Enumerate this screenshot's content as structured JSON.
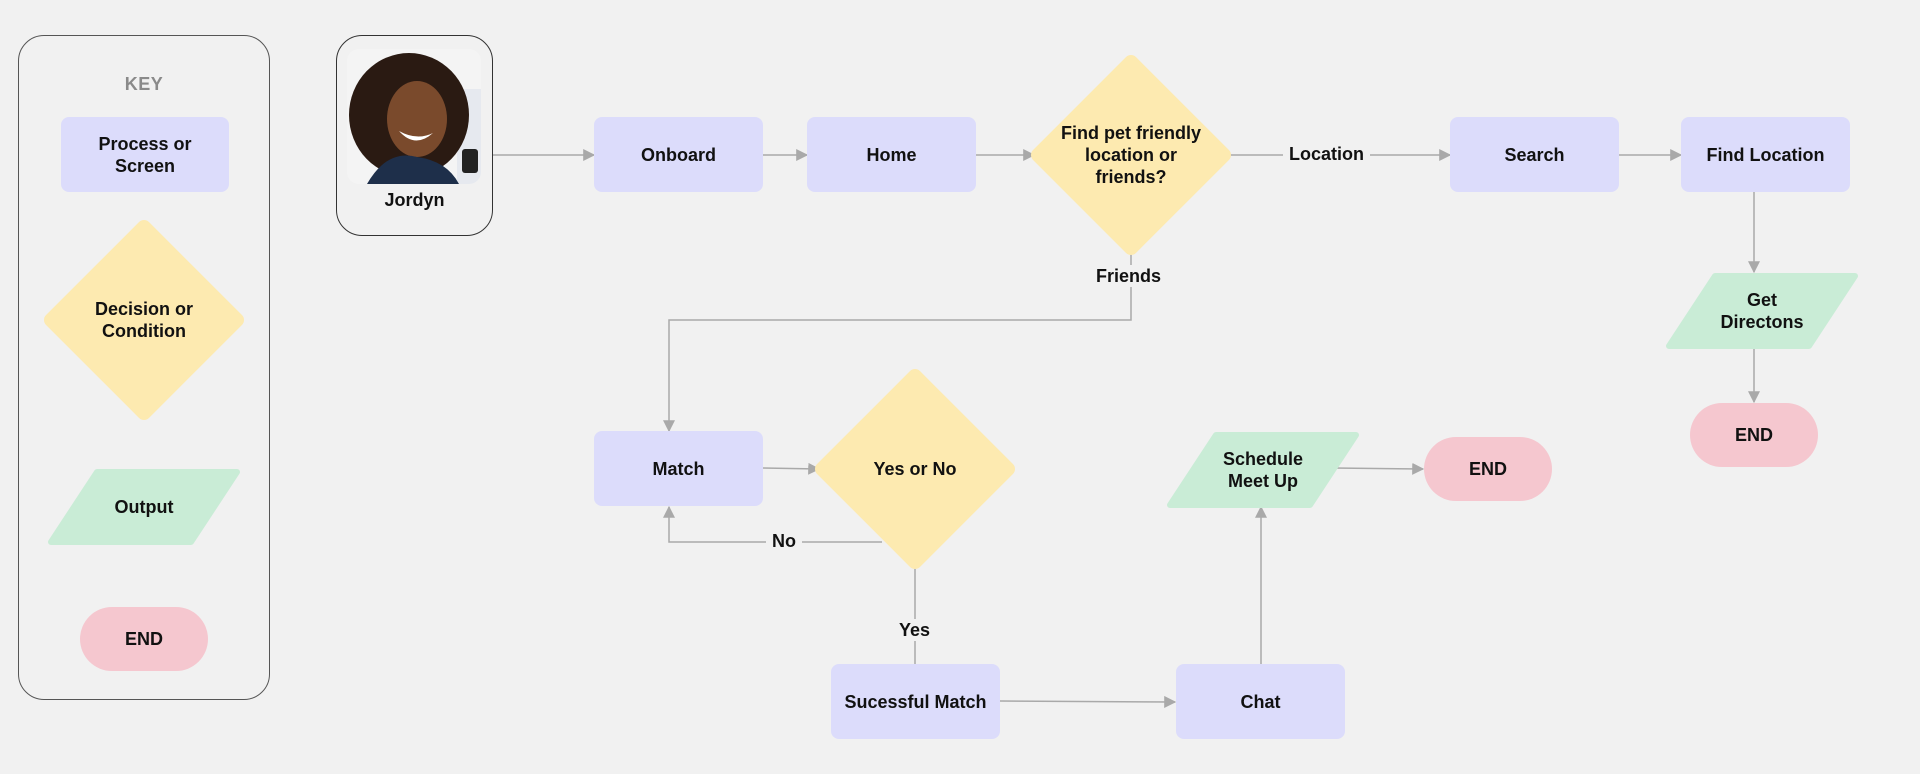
{
  "key": {
    "title": "KEY",
    "process": "Process or\nScreen",
    "decision": "Decision or\nCondition",
    "output": "Output",
    "end": "END"
  },
  "persona": {
    "name": "Jordyn"
  },
  "nodes": {
    "onboard": "Onboard",
    "home": "Home",
    "decision_main": "Find pet friendly\nlocation or\nfriends?",
    "search": "Search",
    "find_location": "Find Location",
    "get_directions": "Get\nDirectons",
    "end_location": "END",
    "match": "Match",
    "decision_match": "Yes or No",
    "successful_match": "Sucessful Match",
    "chat": "Chat",
    "schedule": "Schedule\nMeet Up",
    "end_meetup": "END"
  },
  "edge_labels": {
    "location": "Location",
    "friends": "Friends",
    "no": "No",
    "yes": "Yes"
  },
  "colors": {
    "process": "#dcdcfb",
    "decision": "#fdeab0",
    "output": "#c9ecd6",
    "end": "#f5c7cf",
    "connector": "#a9a9a9",
    "background": "#f1f1f1"
  }
}
